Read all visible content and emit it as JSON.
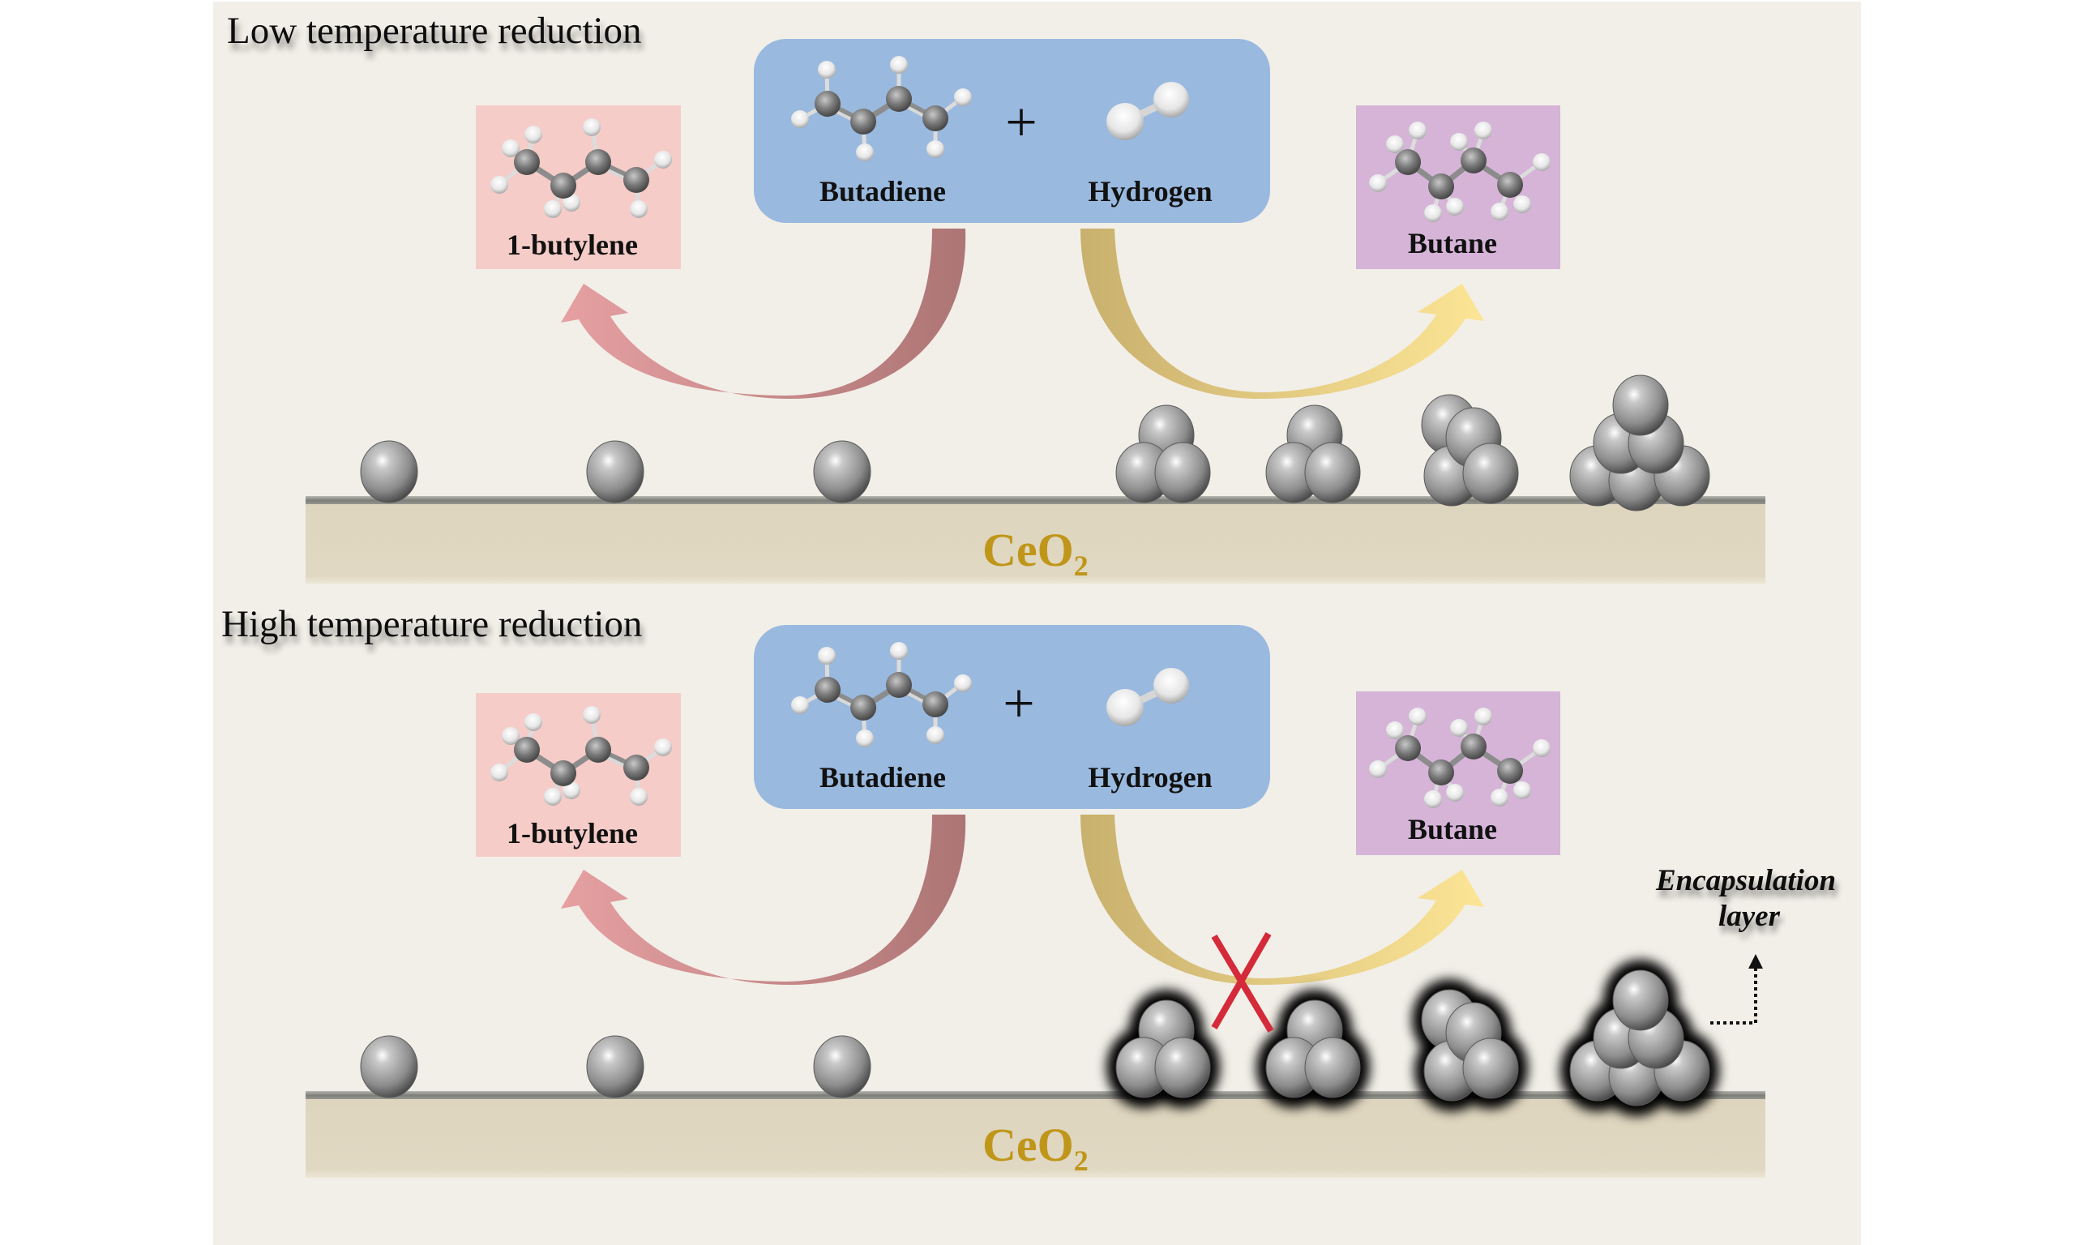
{
  "figure": {
    "panels": [
      {
        "id": "low",
        "title": "Low temperature reduction",
        "reactants_box": {
          "reactant_1": "Butadiene",
          "operator": "+",
          "reactant_2": "Hydrogen"
        },
        "product_left": "1-butylene",
        "product_right": "Butane",
        "support": {
          "formula": "CeO",
          "subscript": "2"
        },
        "butane_pathway_blocked": false,
        "isolated_particles": 3,
        "clusters": [
          "3-atom cluster",
          "3-atom cluster",
          "4-atom cluster",
          "6-atom cluster"
        ],
        "encapsulated": false
      },
      {
        "id": "high",
        "title": "High temperature reduction",
        "reactants_box": {
          "reactant_1": "Butadiene",
          "operator": "+",
          "reactant_2": "Hydrogen"
        },
        "product_left": "1-butylene",
        "product_right": "Butane",
        "support": {
          "formula": "CeO",
          "subscript": "2"
        },
        "butane_pathway_blocked": true,
        "isolated_particles": 3,
        "clusters": [
          "3-atom cluster",
          "3-atom cluster",
          "4-atom cluster",
          "6-atom cluster"
        ],
        "encapsulated": true,
        "annotation": {
          "line1": "Encapsulation",
          "line2": "layer"
        }
      }
    ],
    "colors": {
      "background": "#f2efe8",
      "reactants_box": "#99b9df",
      "product_left_box": "#f5ccc8",
      "product_right_box": "#d5b4d8",
      "support": "#dfd6c0",
      "support_edge": "#8a8a85",
      "support_label": "#c0961a",
      "arrow_left_dark": "#ad7575",
      "arrow_left_light": "#e6a0a2",
      "arrow_right_dark": "#c8b06e",
      "arrow_right_light": "#fde596",
      "blocked_mark": "#d42a3a"
    },
    "icons": [
      "butadiene-molecule-icon",
      "hydrogen-molecule-icon",
      "butylene-molecule-icon",
      "butane-molecule-icon",
      "metal-particle-icon",
      "blocked-x-icon",
      "dotted-arrow-icon"
    ]
  }
}
